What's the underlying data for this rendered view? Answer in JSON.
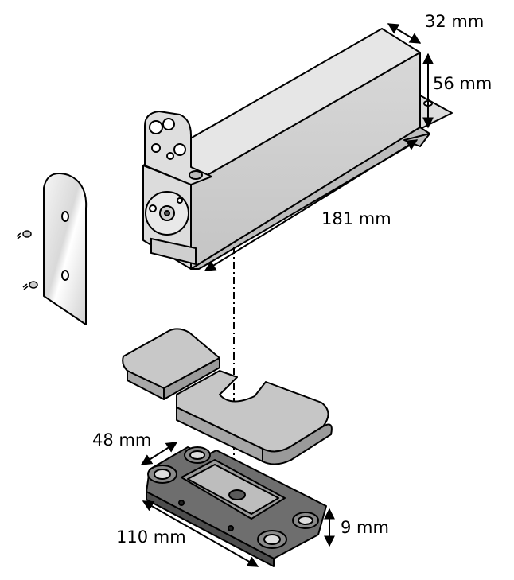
{
  "dimensions": {
    "box_depth": "32 mm",
    "box_height": "56 mm",
    "box_length": "181 mm",
    "plate_width": "48 mm",
    "plate_length": "110 mm",
    "plate_height": "9 mm"
  },
  "colors": {
    "metal_light": "#e1e1e1",
    "metal_mid": "#c9c9c9",
    "metal_dark": "#a8a8a8",
    "plate_dark": "#6f6f6f",
    "cover": "#bdbdbd",
    "outline": "#000000"
  }
}
